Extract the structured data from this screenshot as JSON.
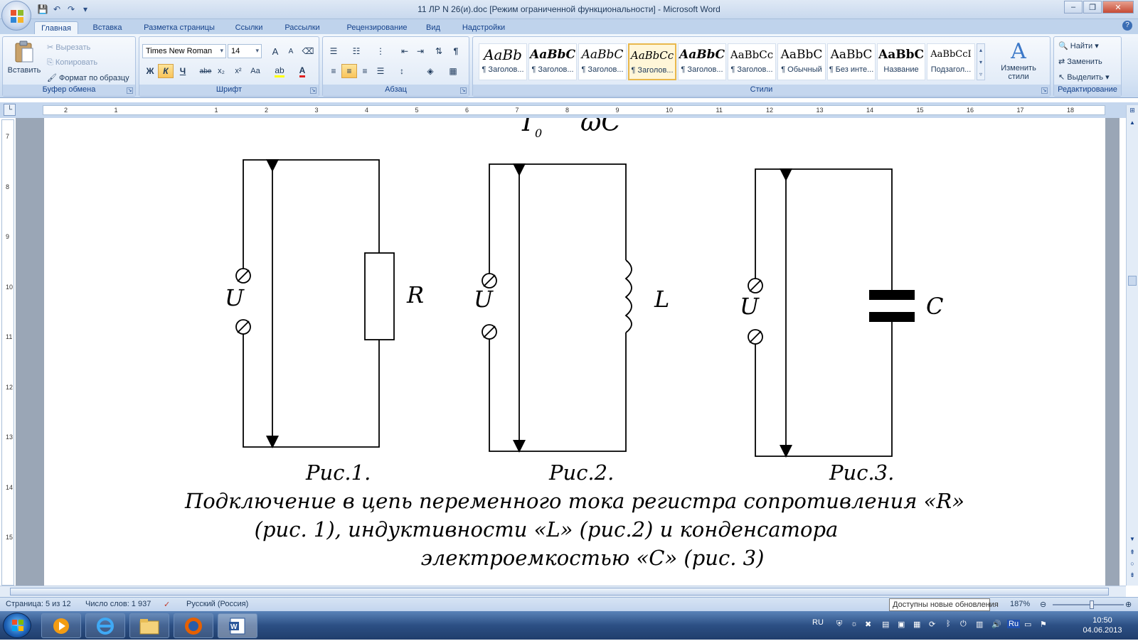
{
  "window": {
    "title": "11 ЛР N 26(и).doc [Режим ограниченной функциональности] - Microsoft Word",
    "minimize": "–",
    "maximize": "❐",
    "close": "✕"
  },
  "tabs": [
    "Главная",
    "Вставка",
    "Разметка страницы",
    "Ссылки",
    "Рассылки",
    "Рецензирование",
    "Вид",
    "Надстройки"
  ],
  "clipboard": {
    "paste": "Вставить",
    "cut": "Вырезать",
    "copy": "Копировать",
    "format_painter": "Формат по образцу",
    "label": "Буфер обмена"
  },
  "font": {
    "name": "Times New Roman",
    "size": "14",
    "label": "Шрифт",
    "bold": "Ж",
    "italic": "К",
    "underline": "Ч",
    "strike": "abe",
    "sub": "x₂",
    "sup": "x²",
    "case": "Aa",
    "grow": "A",
    "shrink": "A"
  },
  "paragraph": {
    "label": "Абзац",
    "pilcrow": "¶"
  },
  "styles": {
    "label": "Стили",
    "items": [
      {
        "sample": "AaBb",
        "name": "¶ Заголов..."
      },
      {
        "sample": "AaBbC",
        "name": "¶ Заголов..."
      },
      {
        "sample": "AaBbC",
        "name": "¶ Заголов..."
      },
      {
        "sample": "AaBbCc",
        "name": "¶ Заголов..."
      },
      {
        "sample": "AaBbC",
        "name": "¶ Заголов..."
      },
      {
        "sample": "AaBbCc",
        "name": "¶ Заголов..."
      },
      {
        "sample": "AaBbC",
        "name": "¶ Обычный"
      },
      {
        "sample": "AaBbC",
        "name": "¶ Без инте..."
      },
      {
        "sample": "AaBbC",
        "name": "Название"
      },
      {
        "sample": "AaBbCcI",
        "name": "Подзагол..."
      }
    ],
    "change_styles": "Изменить стили"
  },
  "editing": {
    "label": "Редактирование",
    "find": "Найти",
    "replace": "Заменить",
    "select": "Выделить"
  },
  "ruler": {
    "h_ticks": [
      "2",
      "1",
      "1",
      "2",
      "3",
      "4",
      "5",
      "6",
      "7",
      "8",
      "9",
      "10",
      "11",
      "12",
      "13",
      "14",
      "15",
      "16",
      "17",
      "18"
    ],
    "v_ticks": [
      "7",
      "8",
      "9",
      "10",
      "11",
      "12",
      "13",
      "14",
      "15"
    ]
  },
  "document": {
    "top_formula_left": "I",
    "top_formula_sub": "0",
    "top_formula_right": "ωC",
    "fig1": {
      "source": "U",
      "element": "R",
      "caption": "Рис.1."
    },
    "fig2": {
      "source": "U",
      "element": "L",
      "caption": "Рис.2."
    },
    "fig3": {
      "source": "U",
      "element": "C",
      "caption": "Рис.3."
    },
    "caption_lines": [
      "Подключение в цепь переменного тока регистра сопротивления «R»",
      "(рис. 1), индуктивности «L» (рис.2) и конденсатора",
      "электроемкостью «С» (рис. 3)"
    ]
  },
  "status": {
    "page": "Страница: 5 из 12",
    "words": "Число слов: 1 937",
    "language": "Русский (Россия)",
    "tooltip": "Доступны новые обновления",
    "zoom": "187%"
  },
  "taskbar": {
    "lang": "RU",
    "lang_tray": "Ru",
    "time": "10:50",
    "date": "04.06.2013"
  }
}
